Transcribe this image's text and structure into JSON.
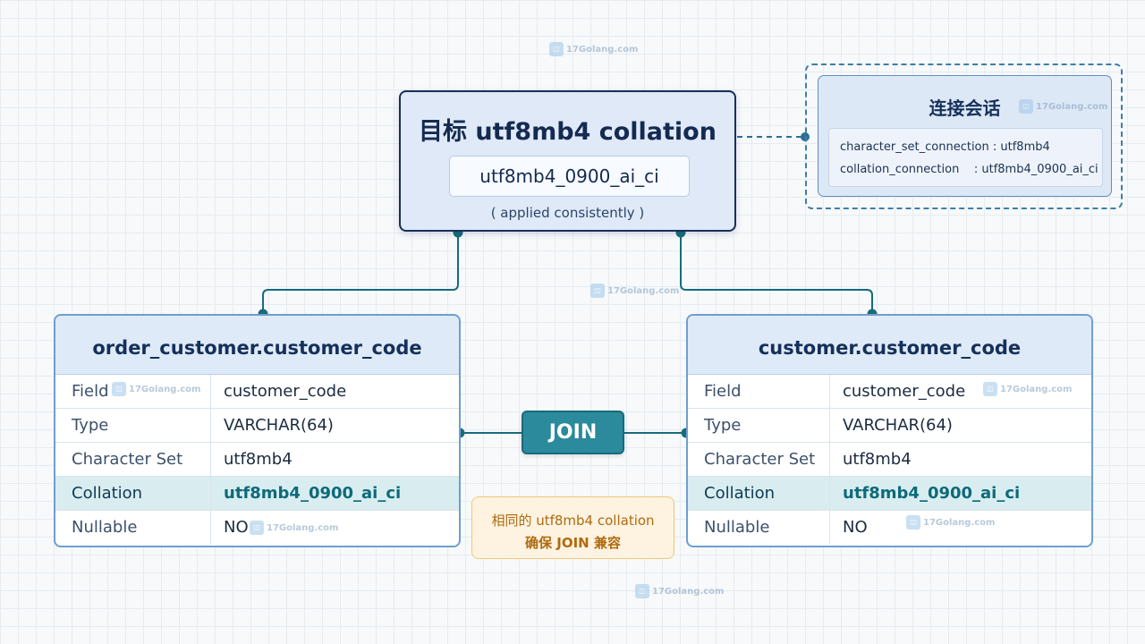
{
  "target": {
    "title": "目标 utf8mb4 collation",
    "value": "utf8mb4_0900_ai_ci",
    "note": "( applied consistently )"
  },
  "session": {
    "title": "连接会话",
    "lines": [
      "character_set_connection : utf8mb4",
      "collation_connection    : utf8mb4_0900_ai_ci"
    ]
  },
  "tables": [
    {
      "title": "order_customer.customer_code",
      "rows": [
        {
          "key": "Field",
          "value": "customer_code"
        },
        {
          "key": "Type",
          "value": "VARCHAR(64)"
        },
        {
          "key": "Character Set",
          "value": "utf8mb4"
        },
        {
          "key": "Collation",
          "value": "utf8mb4_0900_ai_ci"
        },
        {
          "key": "Nullable",
          "value": "NO"
        }
      ]
    },
    {
      "title": "customer.customer_code",
      "rows": [
        {
          "key": "Field",
          "value": "customer_code"
        },
        {
          "key": "Type",
          "value": "VARCHAR(64)"
        },
        {
          "key": "Character Set",
          "value": "utf8mb4"
        },
        {
          "key": "Collation",
          "value": "utf8mb4_0900_ai_ci"
        },
        {
          "key": "Nullable",
          "value": "NO"
        }
      ]
    }
  ],
  "join": {
    "label": "JOIN"
  },
  "note": {
    "line1": "相同的 utf8mb4 collation",
    "line2": "确保 JOIN 兼容"
  },
  "watermark": {
    "text": "17Golang.com"
  },
  "colors": {
    "accent": "#2b8a9c",
    "connector": "#176b7c",
    "navy": "#16305a",
    "highlight_row": "#d9edf0",
    "note_text": "#b06a10"
  }
}
